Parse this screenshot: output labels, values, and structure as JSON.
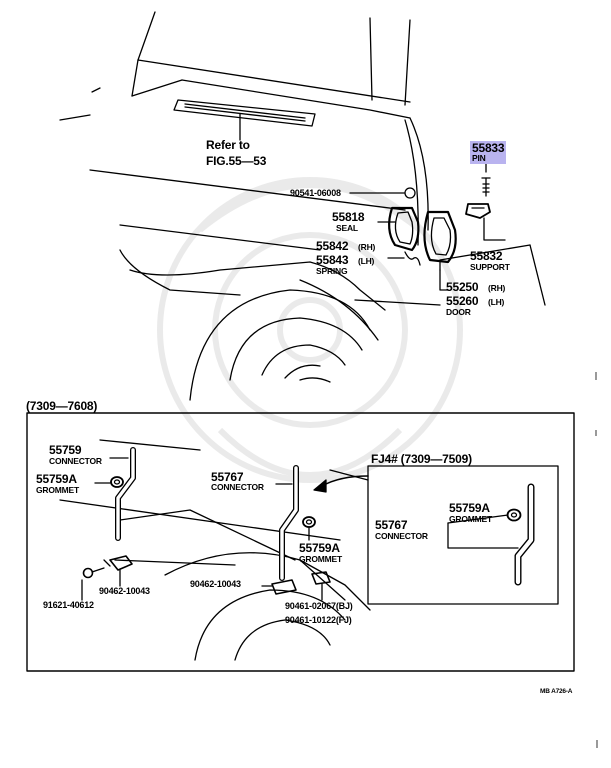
{
  "labels": {
    "refer_to": "Refer to",
    "refer_fig": "FIG.55—53",
    "p90541": "90541-06008",
    "p55833": "55833",
    "p55833_name": "PIN",
    "p55818": "55818",
    "p55818_name": "SEAL",
    "p55842": "55842",
    "p55842_side": "(RH)",
    "p55843": "55843",
    "p55843_side": "(LH)",
    "p55843_name": "SPRING",
    "p55832": "55832",
    "p55832_name": "SUPPORT",
    "p55250": "55250",
    "p55250_side": "(RH)",
    "p55260": "55260",
    "p55260_side": "(LH)",
    "p55260_name": "DOOR",
    "range_main": "(7309—7608)",
    "a55759": "55759",
    "a55759_name": "CONNECTOR",
    "a55759A": "55759A",
    "a55759A_name": "GROMMET",
    "a55767": "55767",
    "a55767_name": "CONNECTOR",
    "fj4": "FJ4# (7309—7509)",
    "b55767": "55767",
    "b55767_name": "CONNECTOR",
    "b55759A": "55759A",
    "b55759A_name": "GROMMET",
    "c55759A": "55759A",
    "c55759A_name": "GROMMET",
    "p90462a": "90462-10043",
    "p91621": "91621-40612",
    "p90462b": "90462-10043",
    "p90461bj": "90461-02067(BJ)",
    "p90461fj": "90461-10122(FJ)",
    "ref_code": "MB A726-A"
  },
  "colors": {
    "highlight": "#b9b3ef",
    "ink": "#000000"
  }
}
